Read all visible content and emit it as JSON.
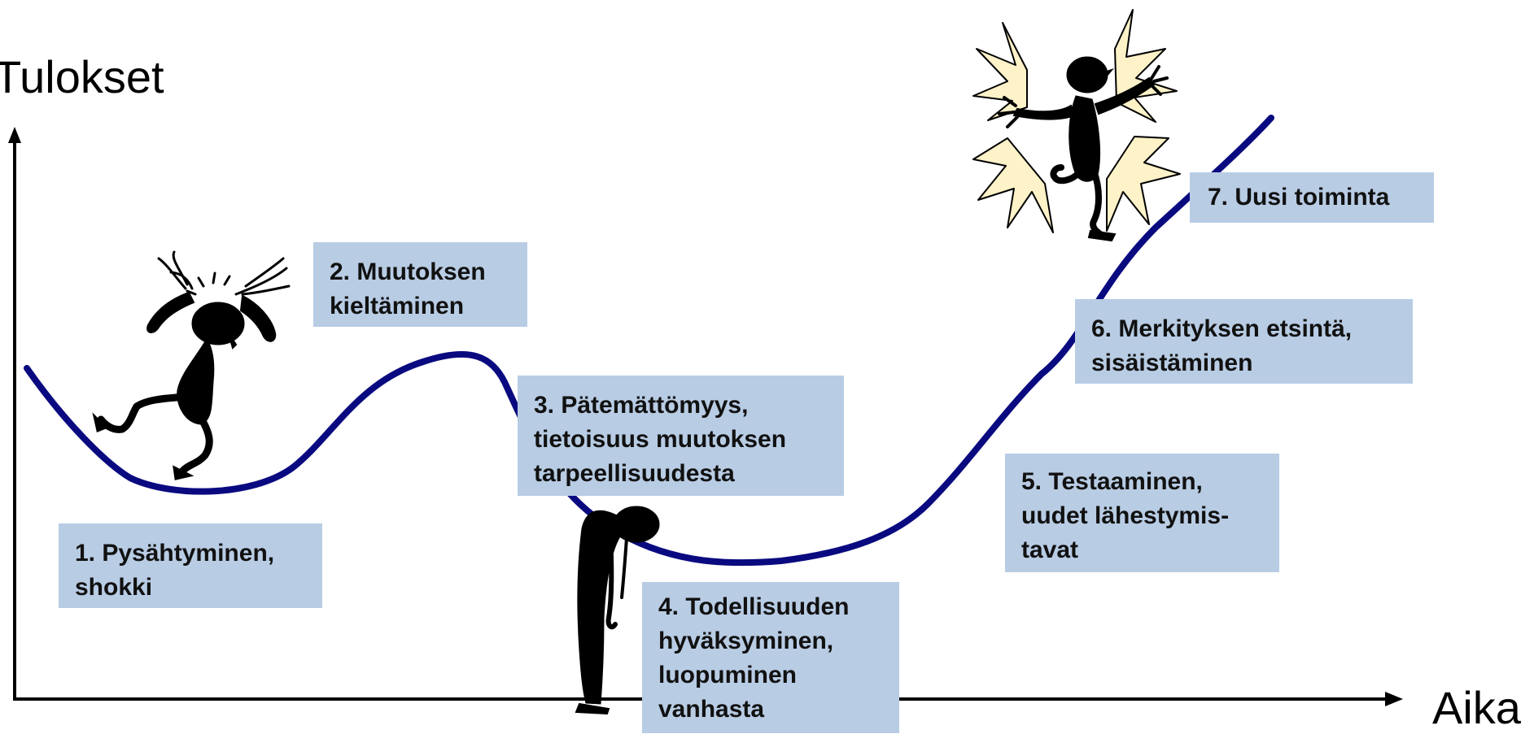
{
  "axes": {
    "y_label": "Tulokset",
    "x_label": "Aika"
  },
  "phases": [
    {
      "id": 1,
      "text": "1. Pysähtyminen,\nshokki"
    },
    {
      "id": 2,
      "text": "2. Muutoksen\nkieltäminen"
    },
    {
      "id": 3,
      "text": "3. Pätemättömyys,\ntietoisuus muutoksen\ntarpeellisuudesta"
    },
    {
      "id": 4,
      "text": "4. Todellisuuden\nhyväksyminen,\nluopuminen\nvanhasta"
    },
    {
      "id": 5,
      "text": "5. Testaaminen,\nuudet lähestymis-\ntavat"
    },
    {
      "id": 6,
      "text": "6. Merkityksen etsintä,\nsisäistäminen"
    },
    {
      "id": 7,
      "text": "7. Uusi toiminta"
    }
  ],
  "figures": [
    {
      "name": "frustrated-figure-icon",
      "phase": 2
    },
    {
      "name": "slumped-figure-icon",
      "phase": 4
    },
    {
      "name": "jumping-figure-icon",
      "phase": 7
    }
  ],
  "colors": {
    "curve": "#0a0a80",
    "box_fill": "#b8cce4",
    "axis": "#000000",
    "starburst": "#fdf2c8"
  }
}
